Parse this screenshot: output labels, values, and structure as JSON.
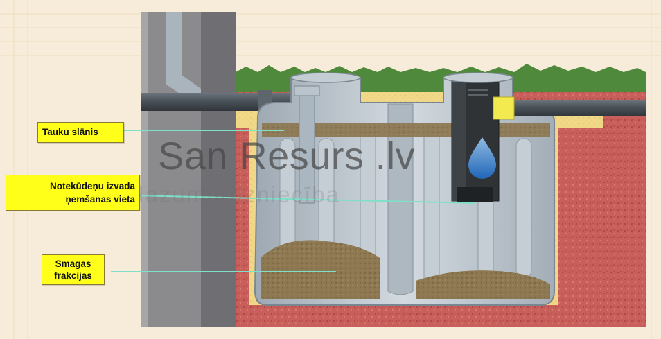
{
  "labels": {
    "fat_layer": "Tauku slānis",
    "outlet": "Notekūdeņu izvada\nņemšanas vieta",
    "heavy": "Smagas\nfrakcijas"
  },
  "watermark": {
    "title": "San Resurs .lv",
    "subtitle": "Mazumtirdzniecība"
  },
  "icons": {
    "logo": "water-drop-icon"
  },
  "colors": {
    "callout_bg": "#ffff1a",
    "leader_line": "#7fe0c8",
    "tank": "#b9c3cc",
    "soil": "#c9615e",
    "sand": "#f2d98a",
    "grass": "#4f8a3c",
    "sludge": "#8f7a55",
    "building": "#8a8a8c"
  }
}
